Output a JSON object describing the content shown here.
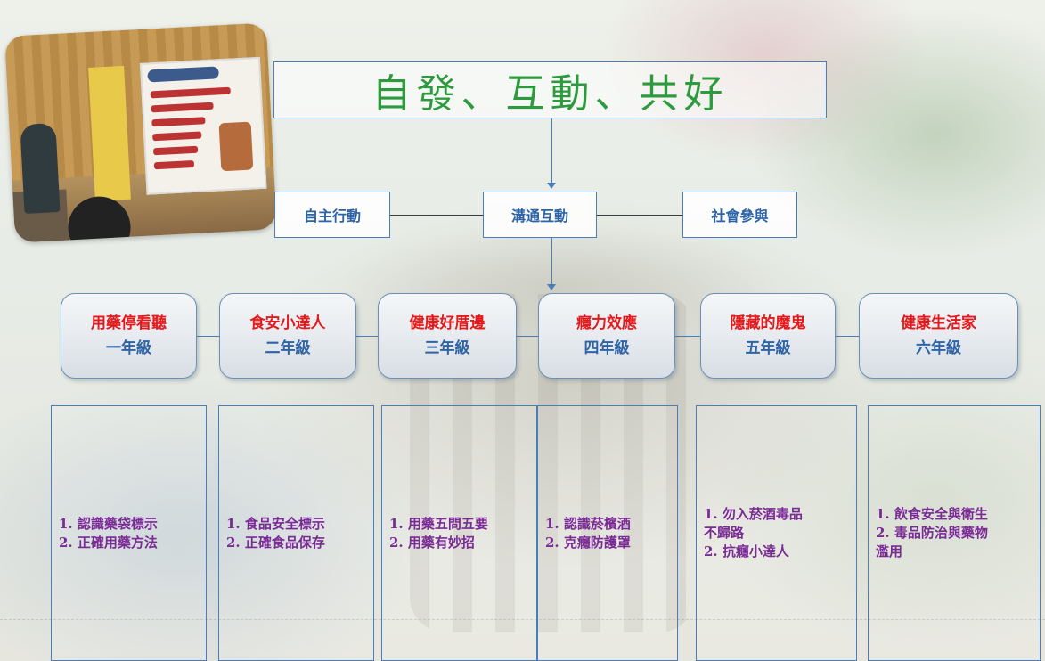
{
  "title": "自發、互動、共好",
  "core": {
    "left": "自主行動",
    "center": "溝通互動",
    "right": "社會參與"
  },
  "grades": [
    {
      "name": "用藥停看聽",
      "year": "一年級",
      "items": [
        "1. 認識藥袋標示",
        "2. 正確用藥方法"
      ]
    },
    {
      "name": "食安小達人",
      "year": "二年級",
      "items": [
        "1. 食品安全標示",
        "2. 正確食品保存"
      ]
    },
    {
      "name": "健康好厝邊",
      "year": "三年級",
      "items": [
        "1. 用藥五問五要",
        "2. 用藥有妙招"
      ]
    },
    {
      "name": "癮力效應",
      "year": "四年級",
      "items": [
        "1. 認識菸檳酒",
        "2. 克癮防護罩"
      ]
    },
    {
      "name": "隱藏的魔鬼",
      "year": "五年級",
      "items": [
        "1. 勿入菸酒毒品",
        "不歸路",
        "2. 抗癮小達人"
      ]
    },
    {
      "name": "健康生活家",
      "year": "六年級",
      "items": [
        "1. 飲食安全與衛生",
        "2. 毒品防治與藥物",
        "濫用"
      ]
    }
  ],
  "colors": {
    "title": "#2e9a3e",
    "core_text": "#2d64a8",
    "grade_name": "#e3191b",
    "grade_year": "#2d64a8",
    "content_text": "#7a2a95",
    "box_border": "#4a7ebb"
  },
  "photo": {
    "icon": "classroom-photo"
  }
}
